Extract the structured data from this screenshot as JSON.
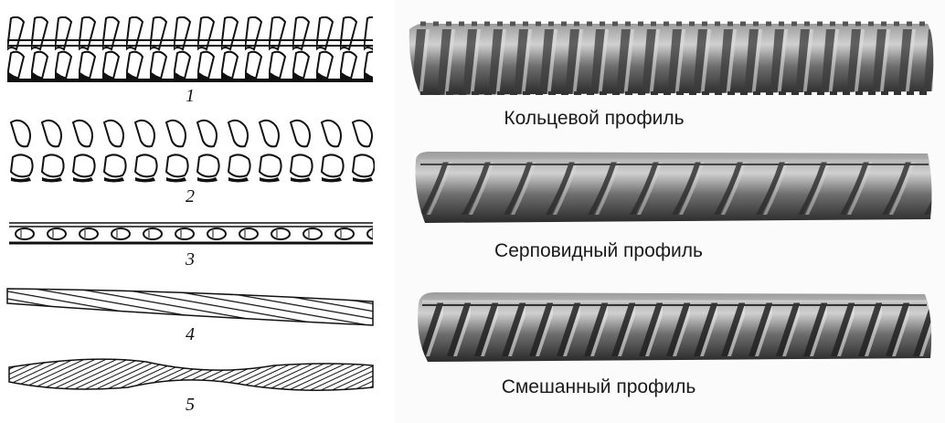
{
  "drawings": {
    "labels": [
      "1",
      "2",
      "3",
      "4",
      "5"
    ]
  },
  "photos": {
    "labels": [
      "Кольцевой профиль",
      "Серповидный профиль",
      "Смешанный профиль"
    ]
  },
  "colors": {
    "ink": "#111111",
    "steel_dark": "#2e2e2e",
    "steel_mid": "#6b6b6b",
    "steel_light": "#a8a8a8"
  }
}
